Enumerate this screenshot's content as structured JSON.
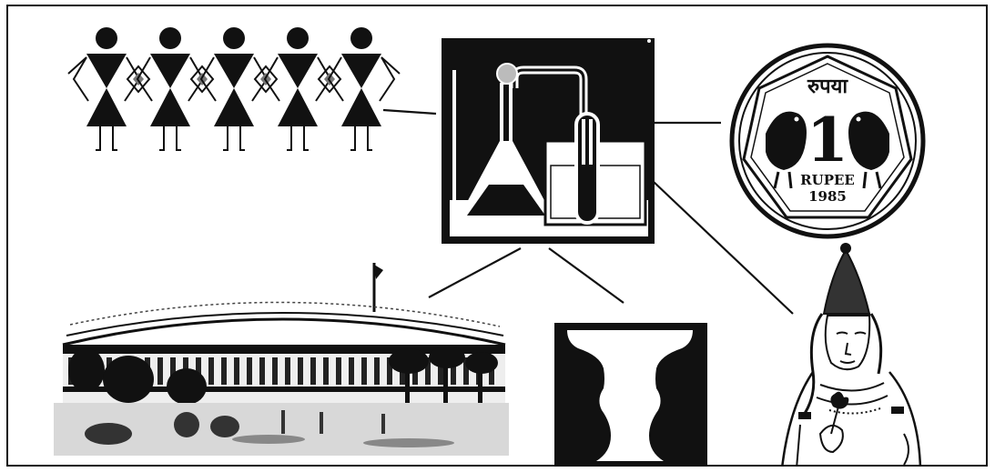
{
  "figure": {
    "panels": [
      {
        "name": "tribal-dancers-painting"
      },
      {
        "name": "chemistry-apparatus"
      },
      {
        "name": "one-rupee-coin"
      },
      {
        "name": "parliament-building"
      },
      {
        "name": "vase-faces-illusion"
      },
      {
        "name": "classical-painting-figure"
      }
    ]
  },
  "coin": {
    "hindi": "रुपया",
    "digit": "1",
    "word": "RUPEE",
    "year": "1985"
  },
  "colors": {
    "ink": "#111111",
    "paper": "#ffffff",
    "gray": "#9a9a9a"
  }
}
